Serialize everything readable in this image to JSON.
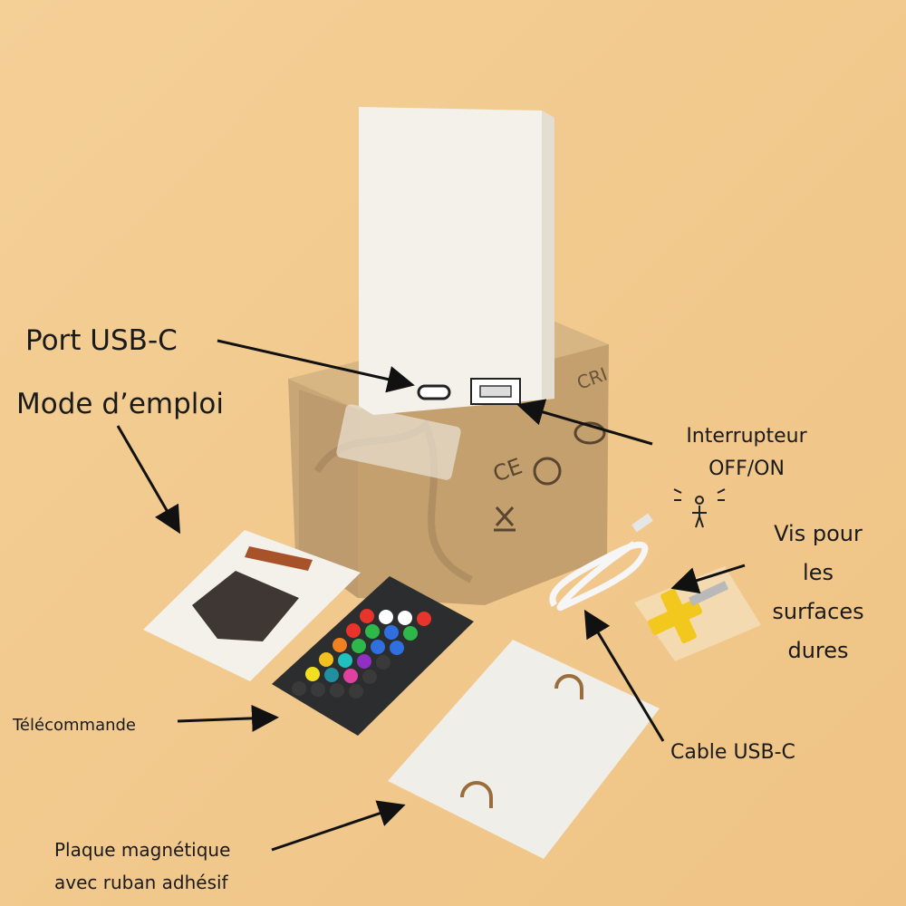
{
  "annotations": {
    "port_usbc": "Port USB-C",
    "mode_emploi": "Mode d’emploi",
    "interrupteur_line1": "Interrupteur",
    "interrupteur_line2": "OFF/ON",
    "vis_line1": "Vis pour",
    "vis_line2": "les",
    "vis_line3": "surfaces",
    "vis_line4": "dures",
    "telecommande": "Télécommande",
    "cable_usbc": "Cable USB-C",
    "plaque_line1": "Plaque magnétique",
    "plaque_line2": "avec ruban adhésif"
  },
  "box_markings": {
    "cri": "CRI",
    "ce": "CE"
  },
  "colors": {
    "background": "#f1c88e",
    "cardboard": "#c7a77a",
    "lamp": "#f3efe8",
    "remote": "#2b2d2f"
  },
  "remote_buttons": {
    "row1": [
      "#e8342a",
      "#ffffff",
      "#ffffff",
      "#e8342a"
    ],
    "row2": [
      "#e8342a",
      "#2fb84a",
      "#2f6fe0",
      "#2fb84a"
    ],
    "row3": [
      "#f08020",
      "#2fb84a",
      "#2f6fe0",
      "#2f6fe0"
    ],
    "row4": [
      "#f2c020",
      "#20c0c0",
      "#9030c0",
      "#3a3a3a"
    ],
    "row5": [
      "#f2e020",
      "#2090a0",
      "#e040a0",
      "#3a3a3a"
    ],
    "row6": [
      "#3a3a3a",
      "#3a3a3a",
      "#3a3a3a",
      "#3a3a3a"
    ]
  }
}
